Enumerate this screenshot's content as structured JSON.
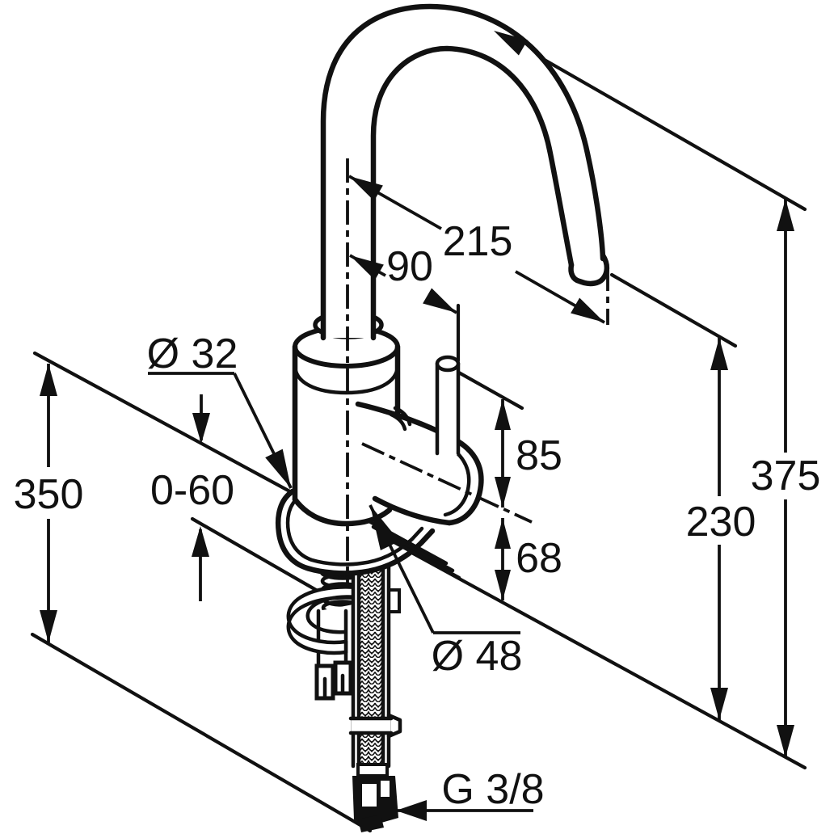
{
  "page": {
    "background": "#ffffff",
    "line_color": "#111111",
    "description": "Black-and-white technical installation drawing of a single-lever kitchen sink mixer tap with high arc swivel spout, mounting hardware and flexible connection hose, annotated with dimension callouts"
  },
  "labels": {
    "spout_reach": "215",
    "lever_pin_offset": "90",
    "tap_hole_diameter": "Ø 32",
    "deck_thickness_range": "0-60",
    "hose_length": "350",
    "pin_height": "85",
    "handle_axis_height": "68",
    "outlet_height": "230",
    "overall_height": "375",
    "base_diameter": "Ø 48",
    "hose_thread": "G 3/8"
  }
}
